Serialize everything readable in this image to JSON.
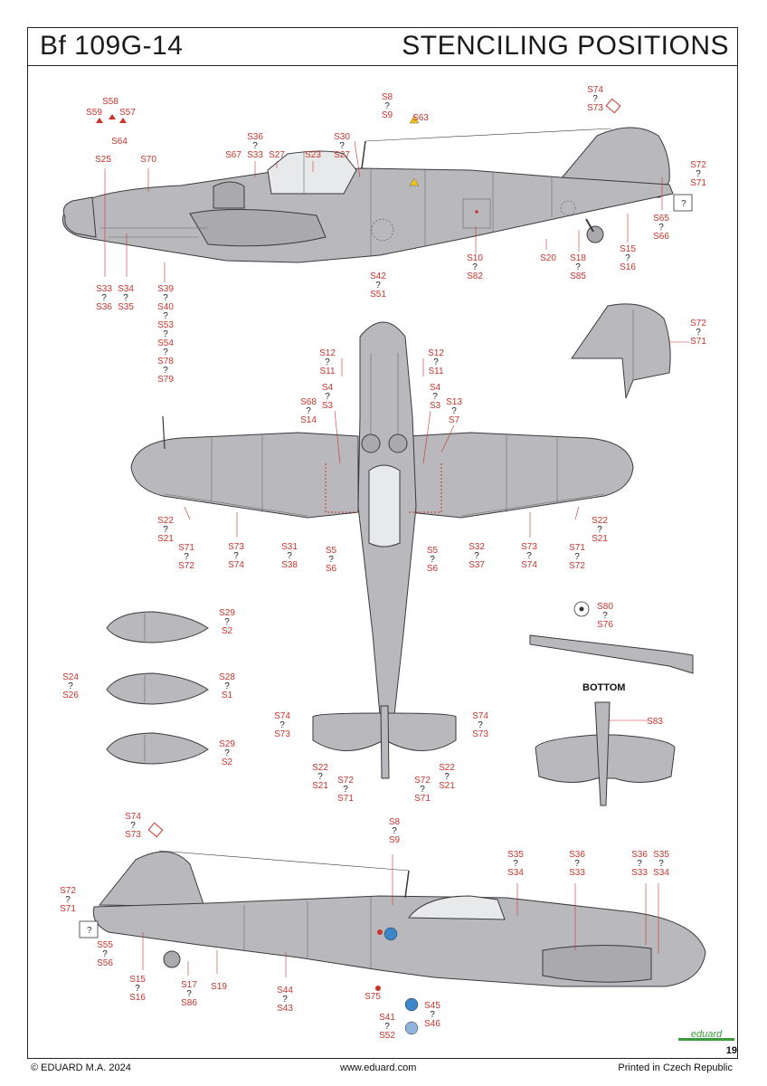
{
  "header": {
    "model": "Bf 109G-14",
    "title": "STENCILING POSITIONS"
  },
  "footer": {
    "copyright": "© EDUARD M.A. 2024",
    "website": "www.eduard.com",
    "printed": "Printed in Czech Republic",
    "page": "19"
  },
  "logo_text": "eduard",
  "bottom_view_title": "BOTTOM",
  "colors": {
    "label_red": "#c8342a",
    "aircraft_grey": "#b9b9bd",
    "outline": "#3a3a3a"
  },
  "callouts": [
    {
      "id": "s8-top",
      "a": "S8",
      "b": "S9"
    },
    {
      "id": "s63",
      "a": "S63"
    },
    {
      "id": "s74-73-tail",
      "a": "S74",
      "b": "S73"
    },
    {
      "id": "s59",
      "a": "S59"
    },
    {
      "id": "s58",
      "a": "S58"
    },
    {
      "id": "s57",
      "a": "S57"
    },
    {
      "id": "s64",
      "a": "S64"
    },
    {
      "id": "s25",
      "a": "S25"
    },
    {
      "id": "s70",
      "a": "S70"
    },
    {
      "id": "s67",
      "a": "S67"
    },
    {
      "id": "s36-33-top",
      "a": "S36",
      "b": "S33"
    },
    {
      "id": "s27a",
      "a": "S27"
    },
    {
      "id": "s23",
      "a": "S23"
    },
    {
      "id": "s30-27",
      "a": "S30",
      "b": "S27"
    },
    {
      "id": "s72-71-top",
      "a": "S72",
      "b": "S71"
    },
    {
      "id": "s65-66",
      "a": "S65",
      "b": "S66"
    },
    {
      "id": "s33-36",
      "a": "S33",
      "b": "S36"
    },
    {
      "id": "s34-35",
      "a": "S34",
      "b": "S35"
    },
    {
      "id": "s39-chain",
      "items": [
        "S39",
        "S40",
        "S53",
        "S54",
        "S78",
        "S79"
      ]
    },
    {
      "id": "s42-51",
      "a": "S42",
      "b": "S51"
    },
    {
      "id": "s10-82",
      "a": "S10",
      "b": "S82"
    },
    {
      "id": "s20",
      "a": "S20"
    },
    {
      "id": "s18-85",
      "a": "S18",
      "b": "S85"
    },
    {
      "id": "s15-16-top",
      "a": "S15",
      "b": "S16"
    },
    {
      "id": "s72-71-fin",
      "a": "S72",
      "b": "S71"
    },
    {
      "id": "s12-11-l",
      "a": "S12",
      "b": "S11"
    },
    {
      "id": "s12-11-r",
      "a": "S12",
      "b": "S11"
    },
    {
      "id": "s68-14",
      "a": "S68",
      "b": "S14"
    },
    {
      "id": "s4-3-l",
      "a": "S4",
      "b": "S3"
    },
    {
      "id": "s4-3-r",
      "a": "S4",
      "b": "S3"
    },
    {
      "id": "s13-7",
      "a": "S13",
      "b": "S7"
    },
    {
      "id": "s22-21-l",
      "a": "S22",
      "b": "S21"
    },
    {
      "id": "s71-72-l",
      "a": "S71",
      "b": "S72"
    },
    {
      "id": "s73-74-l",
      "a": "S73",
      "b": "S74"
    },
    {
      "id": "s31-38",
      "a": "S31",
      "b": "S38"
    },
    {
      "id": "s5-6-l",
      "a": "S5",
      "b": "S6"
    },
    {
      "id": "s5-6-r",
      "a": "S5",
      "b": "S6"
    },
    {
      "id": "s32-37",
      "a": "S32",
      "b": "S37"
    },
    {
      "id": "s73-74-r",
      "a": "S73",
      "b": "S74"
    },
    {
      "id": "s71-72-r",
      "a": "S71",
      "b": "S72"
    },
    {
      "id": "s22-21-r",
      "a": "S22",
      "b": "S21"
    },
    {
      "id": "s29-2-a",
      "a": "S29",
      "b": "S2"
    },
    {
      "id": "s24-26",
      "a": "S24",
      "b": "S26"
    },
    {
      "id": "s28-1",
      "a": "S28",
      "b": "S1"
    },
    {
      "id": "s29-2-b",
      "a": "S29",
      "b": "S2"
    },
    {
      "id": "s80-76",
      "a": "S80",
      "b": "S76"
    },
    {
      "id": "s83",
      "a": "S83"
    },
    {
      "id": "s74-73-stab-l",
      "a": "S74",
      "b": "S73"
    },
    {
      "id": "s74-73-stab-r",
      "a": "S74",
      "b": "S73"
    },
    {
      "id": "s22-21-stab-l",
      "a": "S22",
      "b": "S21"
    },
    {
      "id": "s72-71-stab-l",
      "a": "S72",
      "b": "S71"
    },
    {
      "id": "s72-71-stab-r",
      "a": "S72",
      "b": "S71"
    },
    {
      "id": "s22-21-stab-r",
      "a": "S22",
      "b": "S21"
    },
    {
      "id": "s74-73-bot",
      "a": "S74",
      "b": "S73"
    },
    {
      "id": "s8-9-bot",
      "a": "S8",
      "b": "S9"
    },
    {
      "id": "s35-34-a",
      "a": "S35",
      "b": "S34"
    },
    {
      "id": "s36-33-a",
      "a": "S36",
      "b": "S33"
    },
    {
      "id": "s36-33-b",
      "a": "S36",
      "b": "S33"
    },
    {
      "id": "s35-34-b",
      "a": "S35",
      "b": "S34"
    },
    {
      "id": "s72-71-bot",
      "a": "S72",
      "b": "S71"
    },
    {
      "id": "s55-56",
      "a": "S55",
      "b": "S56"
    },
    {
      "id": "s15-16-bot",
      "a": "S15",
      "b": "S16"
    },
    {
      "id": "s17-86",
      "a": "S17",
      "b": "S86"
    },
    {
      "id": "s19",
      "a": "S19"
    },
    {
      "id": "s44-43",
      "a": "S44",
      "b": "S43"
    },
    {
      "id": "s75",
      "a": "S75"
    },
    {
      "id": "s41-52",
      "a": "S41",
      "b": "S52"
    },
    {
      "id": "s45-46",
      "a": "S45",
      "b": "S46"
    }
  ],
  "unknown_mark": "?"
}
